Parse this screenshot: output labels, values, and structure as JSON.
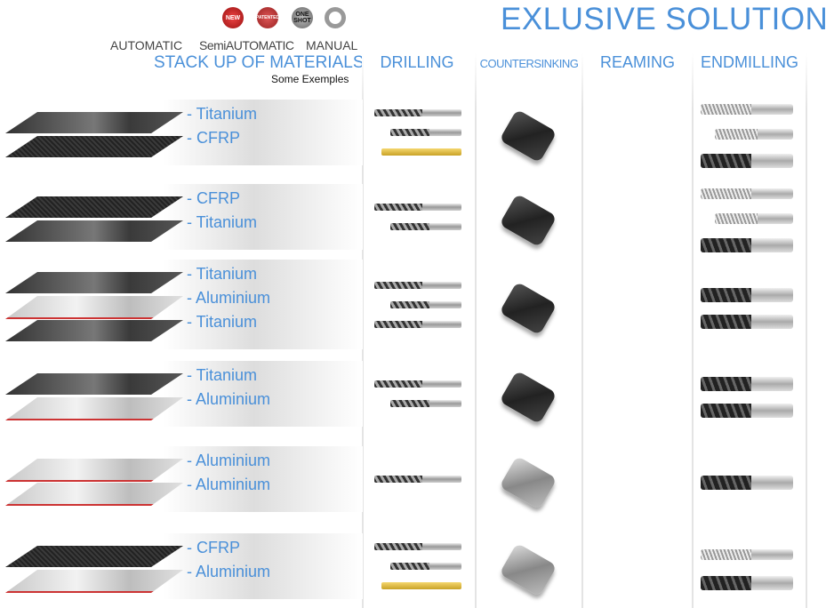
{
  "header": {
    "title": "EXLUSIVE SOLUTION",
    "badges": [
      "NEW",
      "PATENTED",
      "ONE SHOT"
    ],
    "modes": [
      "AUTOMATIC",
      "SemiAUTOMATIC",
      "MANUAL"
    ],
    "stack_title": "STACK UP OF MATERIALS",
    "stack_subtitle": "Some Exemples"
  },
  "columns": [
    "DRILLING",
    "COUNTERSINKING",
    "REAMING",
    "ENDMILLING"
  ],
  "colors": {
    "accent": "#4a90d9",
    "aluminium_edge": "#cc3333"
  },
  "rows": [
    {
      "layers": [
        {
          "name": "- Titanium",
          "type": "titanium"
        },
        {
          "name": "- CFRP",
          "type": "cfrp"
        }
      ],
      "drills": 3,
      "drill_gold": true,
      "countersinks": 1,
      "endmills": 3,
      "endmill_style": "mixed"
    },
    {
      "layers": [
        {
          "name": "- CFRP",
          "type": "cfrp"
        },
        {
          "name": "- Titanium",
          "type": "titanium"
        }
      ],
      "drills": 2,
      "drill_gold": false,
      "countersinks": 1,
      "endmills": 3,
      "endmill_style": "mixed"
    },
    {
      "layers": [
        {
          "name": "- Titanium",
          "type": "titanium"
        },
        {
          "name": "- Aluminium",
          "type": "aluminium"
        },
        {
          "name": "- Titanium",
          "type": "titanium"
        }
      ],
      "drills": 3,
      "drill_gold": false,
      "countersinks": 1,
      "endmills": 2,
      "endmill_style": "dark"
    },
    {
      "layers": [
        {
          "name": "- Titanium",
          "type": "titanium"
        },
        {
          "name": "- Aluminium",
          "type": "aluminium"
        }
      ],
      "drills": 2,
      "drill_gold": false,
      "countersinks": 1,
      "endmills": 2,
      "endmill_style": "dark"
    },
    {
      "layers": [
        {
          "name": "- Aluminium",
          "type": "aluminium"
        },
        {
          "name": "- Aluminium",
          "type": "aluminium"
        }
      ],
      "drills": 1,
      "drill_gold": false,
      "countersinks": 1,
      "endmills": 1,
      "endmill_style": "dark",
      "silver": true
    },
    {
      "layers": [
        {
          "name": "- CFRP",
          "type": "cfrp"
        },
        {
          "name": "- Aluminium",
          "type": "aluminium"
        }
      ],
      "drills": 3,
      "drill_gold": true,
      "countersinks": 1,
      "endmills": 2,
      "endmill_style": "mixed",
      "silver": true
    }
  ]
}
